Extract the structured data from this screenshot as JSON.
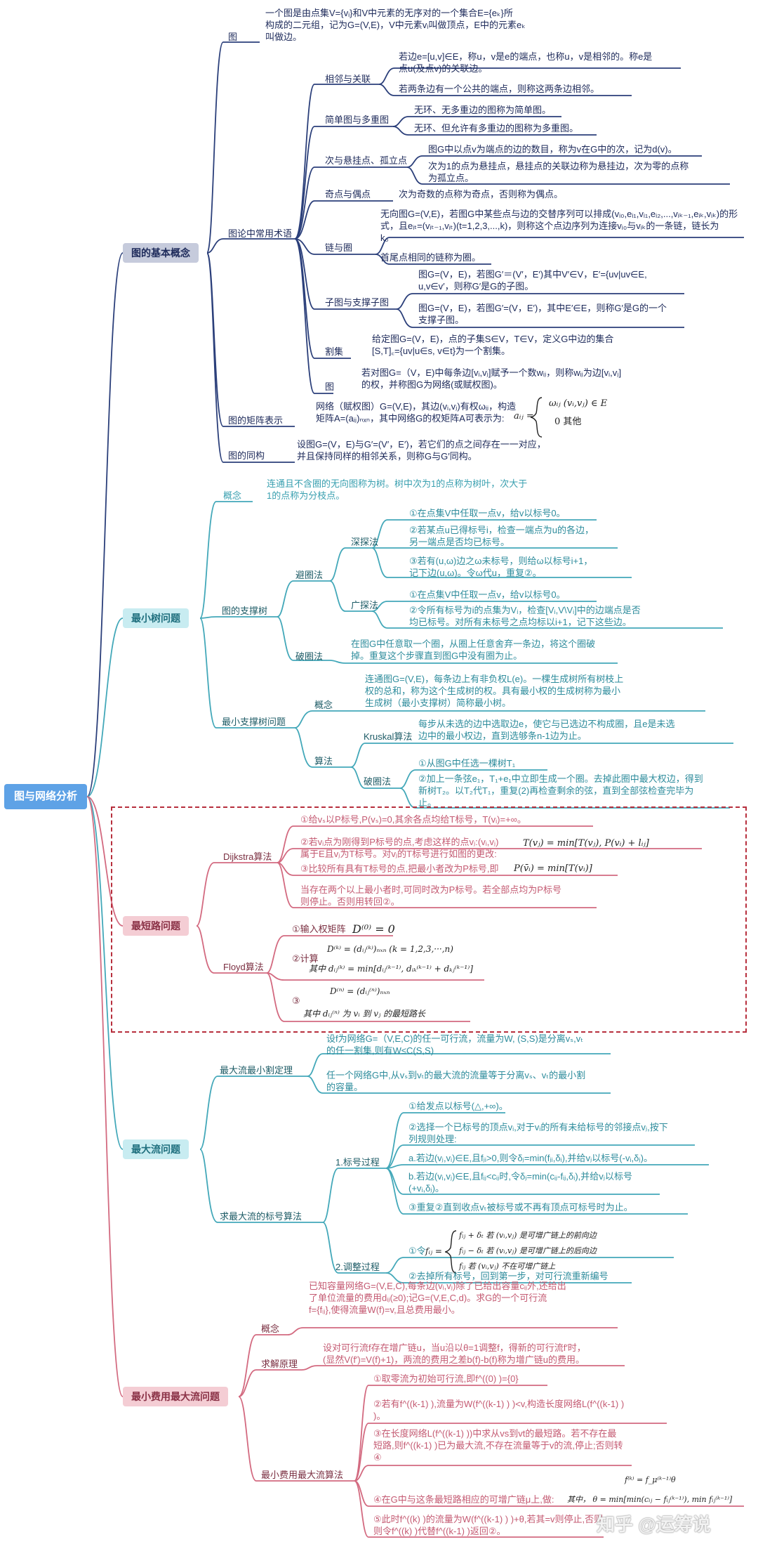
{
  "root": "图与网络分析",
  "branches": {
    "basic": "图的基本概念",
    "mst": "最小树问题",
    "shortest": "最短路问题",
    "maxflow": "最大流问题",
    "mincost": "最小费用最大流问题"
  },
  "basic": {
    "graph_label": "图",
    "graph_def": "一个图是由点集V={vᵢ}和V中元素的无序对的一个集合E={eₖ}所\n构成的二元组，记为G=(V,E)，V中元素vᵢ叫做顶点，E中的元素eₖ\n叫做边。",
    "terms_label": "图论中常用术语",
    "adj_label": "相邻与关联",
    "adj1": "若边e=[u,v]∈E，称u，v是e的端点，也称u，v是相邻的。称e是\n点u(及点v)的关联边。",
    "adj2": "若两条边有一个公共的端点，则称这两条边相邻。",
    "simple_label": "简单图与多重图",
    "simple1": "无环、无多重边的图称为简单图。",
    "simple2": "无环、但允许有多重边的图称为多重图。",
    "deg_label": "次与悬挂点、孤立点",
    "deg1": "图G中以点v为端点的边的数目，称为v在G中的次，记为d(v)。",
    "deg2": "次为1的点为悬挂点，悬挂点的关联边称为悬挂边，次为零的点称\n为孤立点。",
    "odd_label": "奇点与偶点",
    "odd1": "次为奇数的点称为奇点，否则称为偶点。",
    "chain_label": "链与圈",
    "chain1": "无向图G=(V,E)，若图G中某些点与边的交替序列可以排成(vᵢ₀,eᵢ₁,vᵢ₁,eᵢ₂,...,vᵢₖ₋₁,eᵢₖ,vᵢₖ)的形\n式，且eᵢₜ=(vᵢₜ₋₁,vᵢₜ)(t=1,2,3,...,k)，则称这个点边序列为连接vᵢ₀与vᵢₖ的一条链，链长为\nk。",
    "chain2": "首尾点相同的链称为圈。",
    "sub_label": "子图与支撑子图",
    "sub1": "图G=(V，E)，若图G′＝(V′，E′)其中V′∈V，E′={uv|uv∈E,\nu,v∈v′，则称G′是G的子图。",
    "sub2": "图G=(V，E)，若图G′=(V，E′)，其中E′∈E，则称G′是G的一个\n支撑子图。",
    "cut_label": "割集",
    "cut1": "给定图G=(V，E)，点的子集S∈V，T∈V，定义G中边的集合\n[S,T]꜀={uv|u∈s, v∈t}为一个割集。",
    "net_label": "图",
    "net1": "若对图G=（V，E)中每条边[vᵢ,vⱼ]赋予一个数wᵢⱼ，则称wᵢⱼ为边[vᵢ,vⱼ]\n的权，并称图G为网络(或赋权图)。",
    "matrix_label": "图的矩阵表示",
    "matrix1": "网络（赋权图）G=(V,E)，其边(vᵢ,vⱼ)有权ωᵢⱼ，构造\n矩阵A=(aᵢⱼ)ₙₓₙ，其中网络G的权矩阵A可表示为:",
    "matrix_formula_a": "aᵢⱼ =",
    "matrix_formula_1": "ωᵢⱼ   (vᵢ,vⱼ) ∈ E",
    "matrix_formula_2": "0     其他",
    "iso_label": "图的同构",
    "iso1": "设图G=(V，E)与G′=(V′，E′)，若它们的点之间存在一一对应，\n并且保持同样的相邻关系，则称G与G′同构。"
  },
  "mst": {
    "concept_label": "概念",
    "concept1": "连通且不含圈的无向图称为树。树中次为1的点称为树叶，次大于\n1的点称为分枝点。",
    "span_label": "图的支撑树",
    "avoid_label": "避圈法",
    "dfs_label": "深探法",
    "dfs1": "①在点集V中任取一点v，给v以标号0。",
    "dfs2": "②若某点u已得标号i，检查一端点为u的各边，\n另一端点是否均已标号。",
    "dfs3": "③若有(u,ω)边之ω未标号，则给ω以标号i+1，\n记下边(u,ω)。令ω代u，重复②。",
    "bfs_label": "广探法",
    "bfs1": "①在点集V中任取一点v，给v以标号0。",
    "bfs2": "②令所有标号为i的点集为Vᵢ，检查[Vᵢ,V\\Vᵢ]中的边端点是否\n均已标号。对所有未标号之点均标以i+1，记下这些边。",
    "break_label": "破圈法",
    "break1": "在图G中任意取一个圈，从圈上任意舍弃一条边，将这个圈破\n掉。重复这个步骤直到图G中没有圈为止。",
    "min_label": "最小支撑树问题",
    "min_concept_label": "概念",
    "min_concept1": "连通图G=(V,E)，每条边上有非负权L(e)。一棵生成树所有树枝上\n权的总和，称为这个生成树的权。具有最小权的生成树称为最小\n生成树（最小支撑树）简称最小树。",
    "algo_label": "算法",
    "kruskal_label": "Kruskal算法",
    "kruskal1": "每步从未选的边中选取边e，使它与已选边不构成圈，且e是未选\n边中的最小权边，直到选够条n-1边为止。",
    "cycle_label": "破圈法",
    "cycle1": "①从图G中任选一棵树T₁",
    "cycle2": "②加上一条弦e₁，T₁+e₁中立即生成一个圈。去掉此圈中最大权边，得到\n新树T₂。以T₂代T₁，重复(2)再检查剩余的弦，直到全部弦检查完毕为\n止。"
  },
  "shortest": {
    "dijkstra_label": "Dijkstra算法",
    "d1": "①给vₛ以P标号,P(vₛ)=0,其余各点均给T标号，T(vᵢ)=+∞。",
    "d2": "②若vᵢ点为刚得到P标号的点,考虑这样的点vⱼ:(vᵢ,vⱼ)\n属于E且vⱼ为T标号。对vⱼ的T标号进行如图的更改:",
    "d2_formula": "T(vⱼ) = min[T(vⱼ), P(vᵢ) + lᵢⱼ]",
    "d3": "③比较所有具有T标号的点,把最小者改为P标号,即",
    "d3_formula": "P(v̄ᵢ) = min[T(vᵢ)]",
    "d4": "当存在两个以上最小者时,可同时改为P标号。若全部点均为P标号\n则停止。否则用转回②。",
    "floyd_label": "Floyd算法",
    "f1": "①输入权矩阵",
    "f1_formula": "D⁽⁰⁾ = 0",
    "f2": "②计算",
    "f2_formula_a": "D⁽ᵏ⁾ = (dᵢⱼ⁽ᵏ⁾)ₙₓₙ      (k = 1,2,3,···,n)",
    "f2_formula_b": "其中 dᵢⱼ⁽ᵏ⁾ = min[dᵢⱼ⁽ᵏ⁻¹⁾, dᵢₖ⁽ᵏ⁻¹⁾ + dₖⱼ⁽ᵏ⁻¹⁾]",
    "f3": "③",
    "f3_formula_a": "D⁽ⁿ⁾ = (dᵢⱼ⁽ⁿ⁾)ₙₓₙ",
    "f3_formula_b": "其中 dᵢⱼ⁽ⁿ⁾ 为 vᵢ 到 vⱼ 的最短路长"
  },
  "maxflow": {
    "cut_label": "最大流最小割定理",
    "cut1": "设f为网络G=（V,E,C)的任一可行流，流量为W, (S,S)是分离vₛ,vₜ\n的任一割集,则有W≤C(S,S)",
    "cut2": "任一个网络G中,从vₛ到vₜ的最大流的流量等于分离vₛ、vₜ的最小割\n的容量。",
    "label_label": "求最大流的标号算法",
    "p1_label": "1.标号过程",
    "p1a": "①给发点以标号(△,+∞)。",
    "p1b": "②选择一个已标号的顶点vᵢ,对于vᵢ的所有未给标号的邻接点vⱼ,按下\n列规则处理:",
    "p1c": "a.若边(vⱼ,vᵢ)∈E,且fⱼᵢ>0,则令δⱼ=min(fⱼᵢ,δᵢ),并给vⱼ以标号(-vᵢ,δⱼ)。",
    "p1d": "b.若边(vᵢ,vⱼ)∈E,且fᵢⱼ<cᵢⱼ时,令δⱼ=min(cᵢⱼ-fᵢⱼ,δᵢ),并给vⱼ以标号\n(+vᵢ,δⱼ)。",
    "p1e": "③重复②直到收点vₜ被标号或不再有顶点可标号时为止。",
    "p2_label": "2.调整过程",
    "p2a": "①令",
    "p2a_fa": "fᵢⱼ + δₜ   若 (vᵢ,vⱼ) 是可增广链上的前向边",
    "p2a_fb": "fᵢⱼ − δₜ   若 (vᵢ,vⱼ) 是可增广链上的后向边",
    "p2a_fc": "fᵢⱼ          若 (vᵢ,vⱼ) 不在可增广链上",
    "p2a_lhs": "fᵢⱼ =",
    "p2b": "②去掉所有标号，回到第一步，对可行流重新编号"
  },
  "mincost": {
    "concept_label": "概念",
    "concept1": "已知容量网络G=(V,E,C),每条边(vᵢ,vⱼ)除了已给出容量cᵢⱼ外,还给出\n了单位流量的费用dᵢⱼ(≥0);记G=(V,E,C,d)。求G的一个可行流\nf={fᵢⱼ},使得流量W(f)=v,且总费用最小。",
    "principle_label": "求解原理",
    "principle1": "设对可行流f存在增广链u，当u沿以θ=1调整f，得新的可行流f′时，\n(显然V(f′)=V(f)+1)，两流的费用之差b(f)-b(f)称为增广链u的费用。",
    "algo_label": "最小费用最大流算法",
    "s1": "①取零流为初始可行流,即f^((0) )={0}",
    "s2": "②若有f^((k-1) ),流量为W(f^((k-1) ) )<v,构造长度网络L(f^((k-1) )\n)。",
    "s3": "③在长度网络L(f^((k-1) ))中求从vs到vt的最短路。若不存在最\n短路,则f^((k-1) )已为最大流,不存在流量等于v的流,停止;否则转\n④",
    "s4": "④在G中与这条最短路相应的可增广链μ上,做:",
    "s4_formula_a": "f⁽ᵏ⁾ = f_μ⁽ᵏ⁻¹⁾θ",
    "s4_formula_b": "其中，  θ = min[min(cᵢⱼ − fᵢⱼ⁽ᵏ⁻¹⁾), min fᵢⱼ⁽ᵏ⁻¹⁾]",
    "s5": "⑤此时f^((k) )的流量为W(f^((k-1) ) )+θ,若其=v则停止,否则\n则令f^((k) )代替f^((k-1) )返回②。"
  },
  "watermark": "知乎 @运筹说",
  "colors": {
    "root": "#5ea2e6",
    "navy": "#2b3f7a",
    "teal": "#43a8b9",
    "rose": "#d36a80",
    "dash": "#b72f3d"
  }
}
